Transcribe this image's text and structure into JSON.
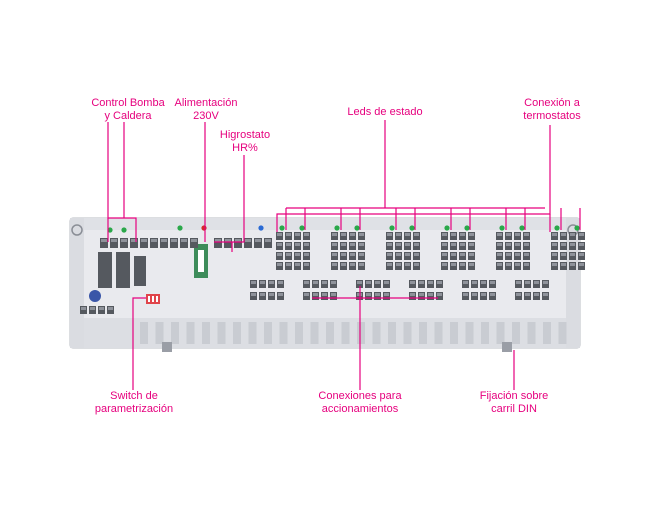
{
  "labels": {
    "control_bomba": [
      "Control Bomba",
      "y Caldera"
    ],
    "alimentacion": [
      "Alimentación",
      "230V"
    ],
    "higrostato": [
      "Higrostato",
      "HR%"
    ],
    "leds": [
      "Leds de estado"
    ],
    "conexion_termostatos": [
      "Conexión a",
      "termostatos"
    ],
    "switch": [
      "Switch de",
      "parametrización"
    ],
    "conexiones_accionamientos": [
      "Conexiones para",
      "accionamientos"
    ],
    "fijacion": [
      "Fijación sobre",
      "carril DIN"
    ]
  },
  "colors": {
    "accent": "#e6007e",
    "body": "#e9eaee",
    "terminal": "#55595f",
    "led_green": "#2aa84a",
    "led_red": "#d42a2a",
    "led_blue": "#2a6ad4",
    "green_block": "#3d8c5a",
    "dip_switch": "#e0444a"
  }
}
